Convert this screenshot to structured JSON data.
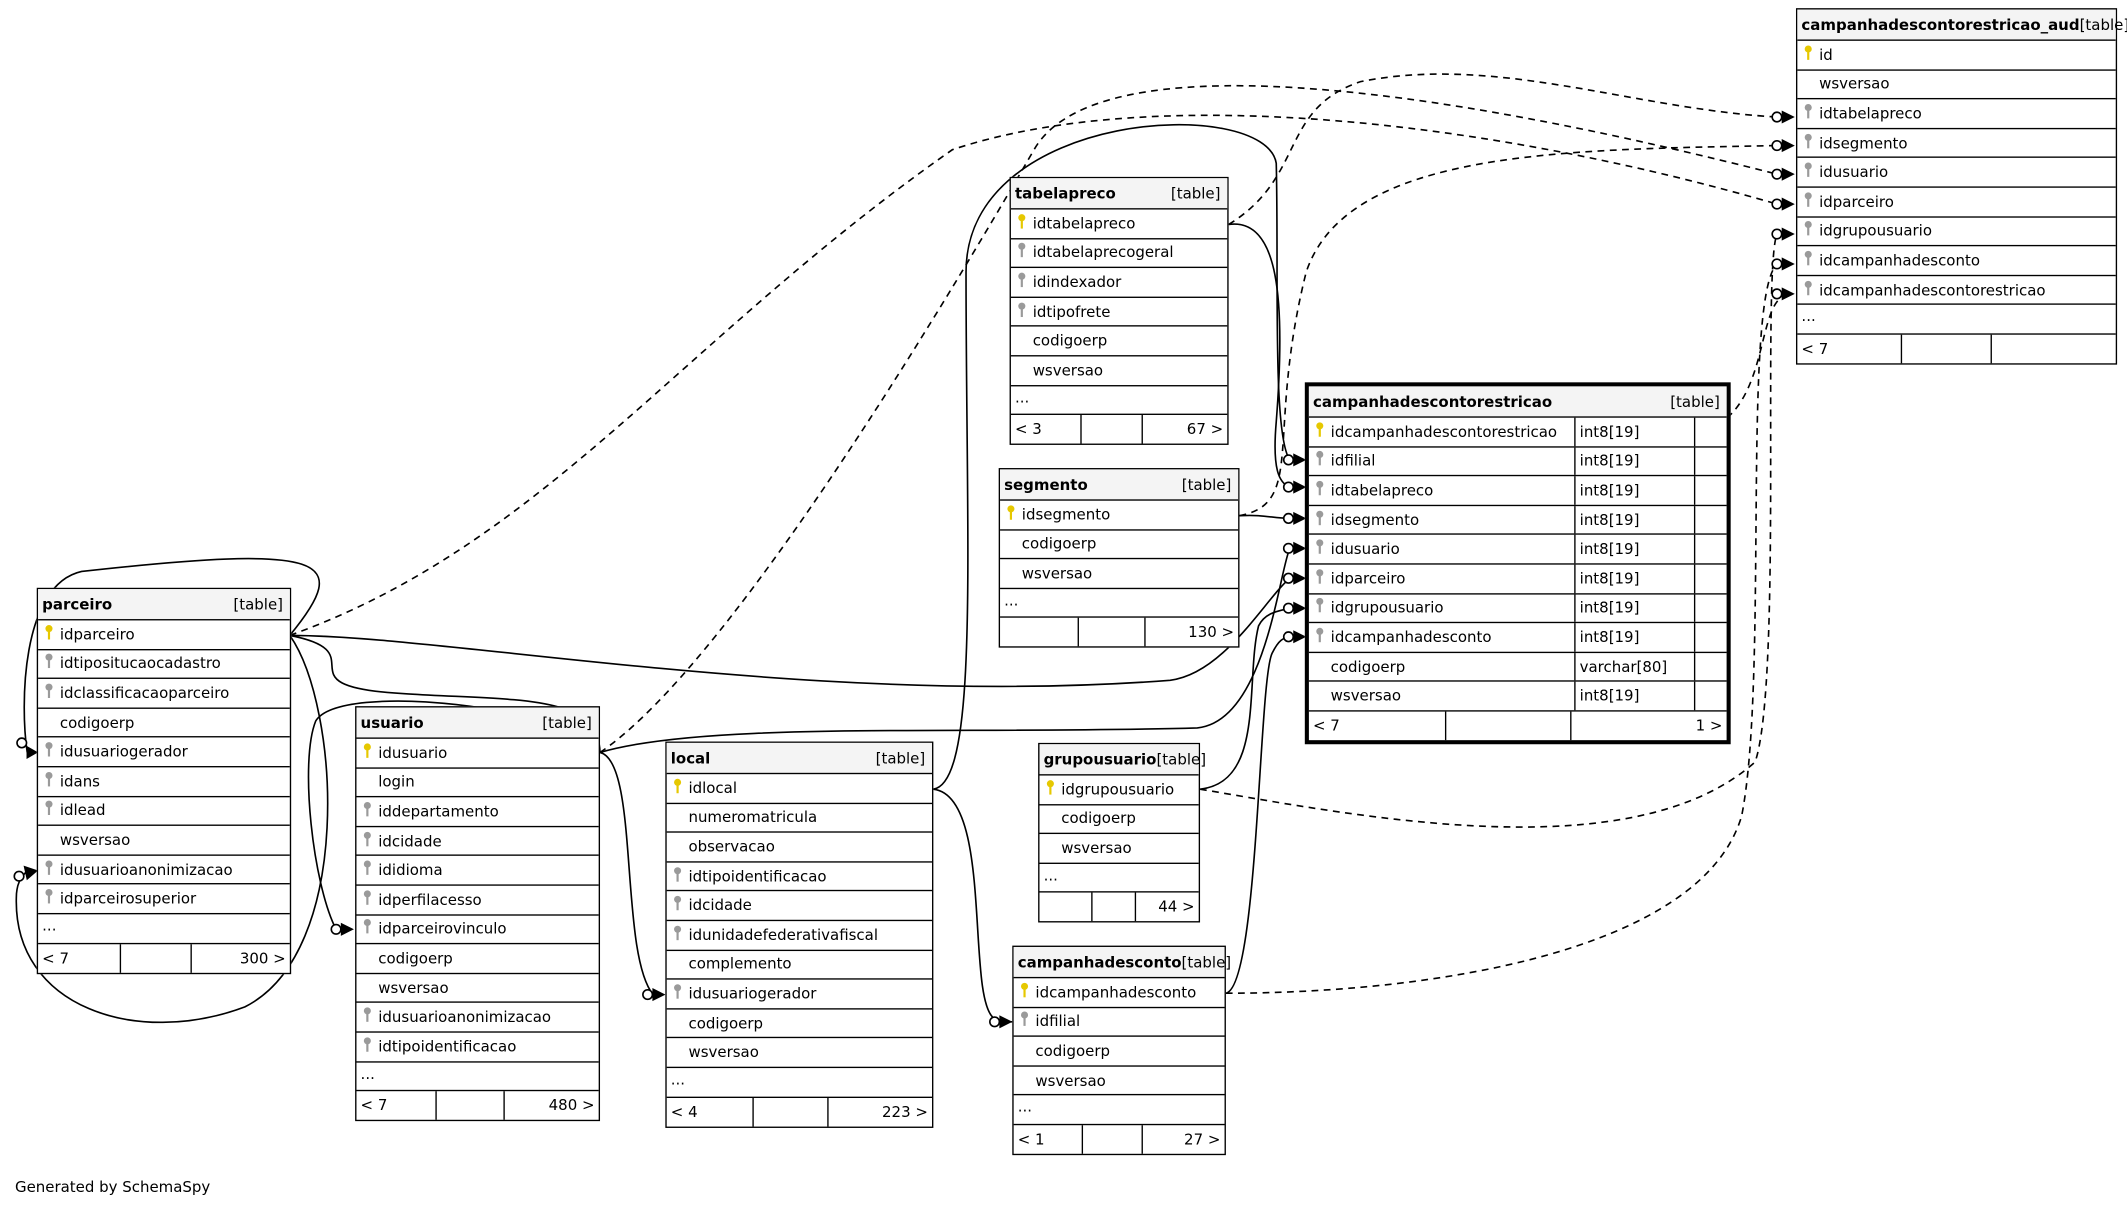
{
  "tables": {
    "parceiro": {
      "name": "parceiro",
      "kind": "[table]",
      "rows": [
        {
          "k": "pk",
          "c": "idparceiro"
        },
        {
          "k": "fk",
          "c": "idtipositucaocadastro"
        },
        {
          "k": "fk",
          "c": "idclassificacaoparceiro"
        },
        {
          "k": "",
          "c": "codigoerp"
        },
        {
          "k": "fk",
          "c": "idusuariogerador"
        },
        {
          "k": "fk",
          "c": "idans"
        },
        {
          "k": "fk",
          "c": "idlead"
        },
        {
          "k": "",
          "c": "wsversao"
        },
        {
          "k": "fk",
          "c": "idusuarioanonimizacao"
        },
        {
          "k": "fk",
          "c": "idparceirosuperior"
        }
      ],
      "ellipsis": "...",
      "footer": [
        "< 7",
        "",
        "300 >"
      ]
    },
    "usuario": {
      "name": "usuario",
      "kind": "[table]",
      "rows": [
        {
          "k": "pk",
          "c": "idusuario"
        },
        {
          "k": "",
          "c": "login"
        },
        {
          "k": "fk",
          "c": "iddepartamento"
        },
        {
          "k": "fk",
          "c": "idcidade"
        },
        {
          "k": "fk",
          "c": "ididioma"
        },
        {
          "k": "fk",
          "c": "idperfilacesso"
        },
        {
          "k": "fk",
          "c": "idparceirovinculo"
        },
        {
          "k": "",
          "c": "codigoerp"
        },
        {
          "k": "",
          "c": "wsversao"
        },
        {
          "k": "fk",
          "c": "idusuarioanonimizacao"
        },
        {
          "k": "fk",
          "c": "idtipoidentificacao"
        }
      ],
      "ellipsis": "...",
      "footer": [
        "< 7",
        "",
        "480 >"
      ]
    },
    "local": {
      "name": "local",
      "kind": "[table]",
      "rows": [
        {
          "k": "pk",
          "c": "idlocal"
        },
        {
          "k": "",
          "c": "numeromatricula"
        },
        {
          "k": "",
          "c": "observacao"
        },
        {
          "k": "fk",
          "c": "idtipoidentificacao"
        },
        {
          "k": "fk",
          "c": "idcidade"
        },
        {
          "k": "fk",
          "c": "idunidadefederativafiscal"
        },
        {
          "k": "",
          "c": "complemento"
        },
        {
          "k": "fk",
          "c": "idusuariogerador"
        },
        {
          "k": "",
          "c": "codigoerp"
        },
        {
          "k": "",
          "c": "wsversao"
        }
      ],
      "ellipsis": "...",
      "footer": [
        "< 4",
        "",
        "223 >"
      ]
    },
    "tabelapreco": {
      "name": "tabelapreco",
      "kind": "[table]",
      "rows": [
        {
          "k": "pk",
          "c": "idtabelapreco"
        },
        {
          "k": "fk",
          "c": "idtabelaprecogeral"
        },
        {
          "k": "fk",
          "c": "idindexador"
        },
        {
          "k": "fk",
          "c": "idtipofrete"
        },
        {
          "k": "",
          "c": "codigoerp"
        },
        {
          "k": "",
          "c": "wsversao"
        }
      ],
      "ellipsis": "...",
      "footer": [
        "< 3",
        "",
        "67 >"
      ]
    },
    "segmento": {
      "name": "segmento",
      "kind": "[table]",
      "rows": [
        {
          "k": "pk",
          "c": "idsegmento"
        },
        {
          "k": "",
          "c": "codigoerp"
        },
        {
          "k": "",
          "c": "wsversao"
        }
      ],
      "ellipsis": "...",
      "footer": [
        "",
        "",
        "130 >"
      ]
    },
    "grupousuario": {
      "name": "grupousuario",
      "kind": "[table]",
      "rows": [
        {
          "k": "pk",
          "c": "idgrupousuario"
        },
        {
          "k": "",
          "c": "codigoerp"
        },
        {
          "k": "",
          "c": "wsversao"
        }
      ],
      "ellipsis": "...",
      "footer": [
        "",
        "",
        "44 >"
      ]
    },
    "campanhadesconto": {
      "name": "campanhadesconto",
      "kind": "[table]",
      "rows": [
        {
          "k": "pk",
          "c": "idcampanhadesconto"
        },
        {
          "k": "fk",
          "c": "idfilial"
        },
        {
          "k": "",
          "c": "codigoerp"
        },
        {
          "k": "",
          "c": "wsversao"
        }
      ],
      "ellipsis": "...",
      "footer": [
        "< 1",
        "",
        "27 >"
      ]
    },
    "campanhadescontorestricao": {
      "name": "campanhadescontorestricao",
      "kind": "[table]",
      "rows": [
        {
          "k": "pk",
          "c": "idcampanhadescontorestricao",
          "t": "int8[19]"
        },
        {
          "k": "fk",
          "c": "idfilial",
          "t": "int8[19]"
        },
        {
          "k": "fk",
          "c": "idtabelapreco",
          "t": "int8[19]"
        },
        {
          "k": "fk",
          "c": "idsegmento",
          "t": "int8[19]"
        },
        {
          "k": "fk",
          "c": "idusuario",
          "t": "int8[19]"
        },
        {
          "k": "fk",
          "c": "idparceiro",
          "t": "int8[19]"
        },
        {
          "k": "fk",
          "c": "idgrupousuario",
          "t": "int8[19]"
        },
        {
          "k": "fk",
          "c": "idcampanhadesconto",
          "t": "int8[19]"
        },
        {
          "k": "",
          "c": "codigoerp",
          "t": "varchar[80]"
        },
        {
          "k": "",
          "c": "wsversao",
          "t": "int8[19]"
        }
      ],
      "ellipsis": "",
      "footer": [
        "< 7",
        "",
        "1 >"
      ]
    },
    "campanhadescontorestricao_aud": {
      "name": "campanhadescontorestricao_aud",
      "kind": "[table]",
      "rows": [
        {
          "k": "pk",
          "c": "id"
        },
        {
          "k": "",
          "c": "wsversao"
        },
        {
          "k": "fk",
          "c": "idtabelapreco"
        },
        {
          "k": "fk",
          "c": "idsegmento"
        },
        {
          "k": "fk",
          "c": "idusuario"
        },
        {
          "k": "fk",
          "c": "idparceiro"
        },
        {
          "k": "fk",
          "c": "idgrupousuario"
        },
        {
          "k": "fk",
          "c": "idcampanhadesconto"
        },
        {
          "k": "fk",
          "c": "idcampanhadescontorestricao"
        }
      ],
      "ellipsis": "...",
      "footer": [
        "< 7",
        "",
        ""
      ]
    }
  },
  "footer_text": "Generated by SchemaSpy",
  "colors": {
    "pk_icon": "#e6c800",
    "fk_icon": "#9a9a9a",
    "header_bg": "#f4f4f4"
  }
}
